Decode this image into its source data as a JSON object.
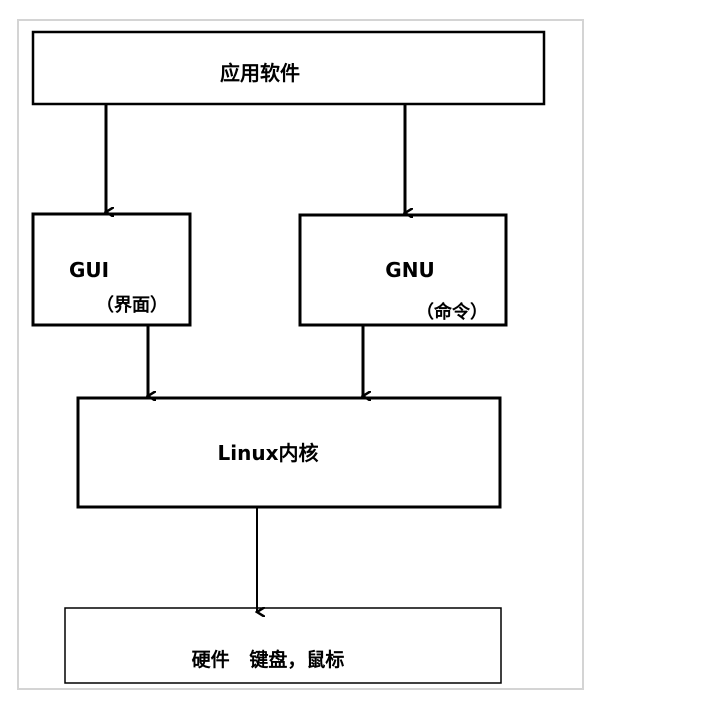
{
  "diagram": {
    "nodes": {
      "app": {
        "label": "应用软件"
      },
      "gui": {
        "label": "GUI",
        "sublabel": "（界面）"
      },
      "gnu": {
        "label": "GNU",
        "sublabel": "（命令）"
      },
      "kernel": {
        "label": "Linux内核"
      },
      "hardware": {
        "label": "硬件   键盘，鼠标"
      }
    },
    "edges": [
      {
        "from": "app",
        "to": "gui"
      },
      {
        "from": "app",
        "to": "gnu"
      },
      {
        "from": "gui",
        "to": "kernel"
      },
      {
        "from": "gnu",
        "to": "kernel"
      },
      {
        "from": "kernel",
        "to": "hardware"
      }
    ],
    "colors": {
      "stroke": "#000000",
      "frame": "#d4d4d4",
      "background": "#ffffff"
    }
  }
}
